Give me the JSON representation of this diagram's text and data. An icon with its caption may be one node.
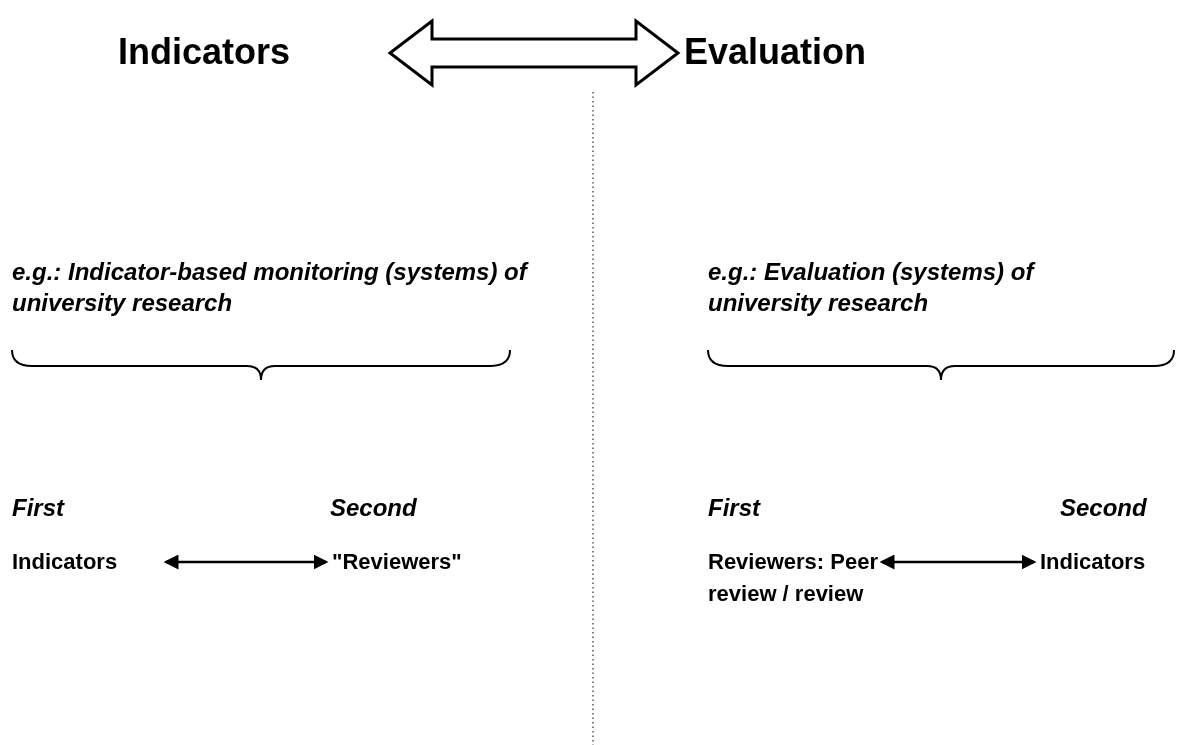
{
  "diagram": {
    "nodes": [
      {
        "text": [
          "Indicators"
        ]
      },
      {
        "text": [
          "Evaluation"
        ]
      },
      {
        "text": [
          "Indicators"
        ]
      },
      {
        "text": [
          "\"Reviewers\""
        ]
      },
      {
        "text": [
          "Reviewers: Peer review / review"
        ]
      },
      {
        "text": [
          "Indicators"
        ]
      }
    ],
    "edges": [
      {
        "from": 0,
        "to": 1,
        "arrow": "both",
        "style": "thick"
      },
      {
        "from": 2,
        "to": 3,
        "arrow": "both"
      },
      {
        "from": 4,
        "to": 5,
        "arrow": "both"
      }
    ],
    "labels": [
      "e.g.: Indicator-based monitoring (systems) of university research",
      "e.g.: Evaluation (systems) of university research",
      "First",
      "Second",
      "First",
      "Second"
    ]
  }
}
